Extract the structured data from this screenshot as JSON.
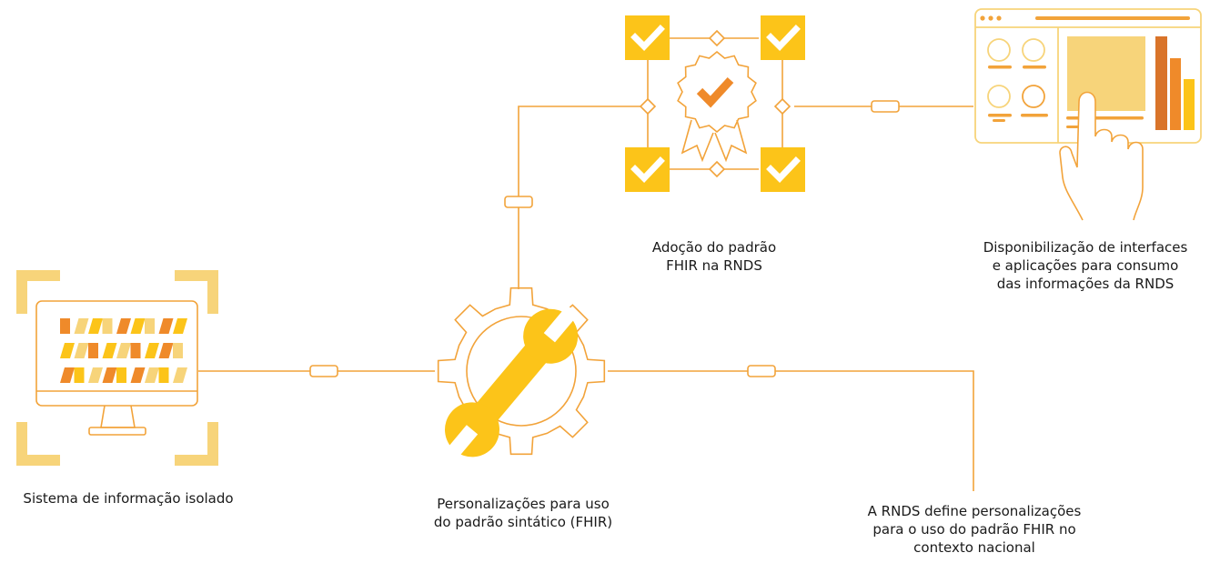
{
  "colors": {
    "line": "#f2a33a",
    "light_yellow": "#f7d47a",
    "yellow": "#fcc419",
    "orange": "#ef8a2a",
    "dark_orange": "#d9742a",
    "text": "#1a1a1a"
  },
  "nodes": {
    "isolated_system": {
      "icon": "monitor-data-icon",
      "label": [
        "Sistema de informação isolado"
      ]
    },
    "customizations": {
      "icon": "gear-wrench-icon",
      "label": [
        "Personalizações para uso",
        "do padrão sintático (FHIR)"
      ]
    },
    "fhir_adoption": {
      "icon": "certified-badge-icon",
      "label": [
        "Adoção do padrão",
        "FHIR na RNDS"
      ]
    },
    "interfaces": {
      "icon": "dashboard-touch-icon",
      "label": [
        "Disponibilização de interfaces",
        "e aplicações para consumo",
        "das informações da RNDS"
      ]
    },
    "rnds_note": {
      "label": [
        "A RNDS define personalizações",
        "para o uso do padrão FHIR no",
        "contexto nacional"
      ]
    }
  }
}
